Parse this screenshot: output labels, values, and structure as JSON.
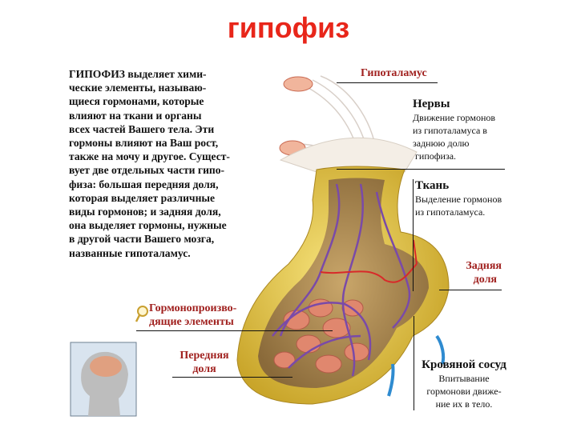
{
  "title": "гипофиз",
  "intro_lines": [
    "ГИПОФИЗ выделяет хими-",
    "ческие элементы, называю-",
    "щиеся гормонами, которые",
    "влияют на ткани и органы",
    "всех частей Вашего тела. Эти",
    "гормоны влияют на Ваш рост,",
    "также на мочу и другое. Сущест-",
    "вует две отдельных части гипо-",
    "физа: большая передняя доля,",
    "которая выделяет различные",
    "виды гормонов; и задняя доля,",
    "она выделяет гормоны, нужные",
    "в другой части Вашего мозга,",
    "названные гипоталамус."
  ],
  "labels": {
    "hypothalamus": "Гипоталамус",
    "nerves": {
      "title": "Нервы",
      "lines": [
        "Движение гормонов",
        "из гипоталамуса в",
        "заднюю долю",
        " гипофиза."
      ]
    },
    "tissue": {
      "title": "Ткань",
      "lines": [
        "Выделение гормонов",
        "из гипоталамуса."
      ]
    },
    "posterior_lobe": [
      "Задняя",
      "доля"
    ],
    "hormone_cells": [
      "Гормонопроизво-",
      "дящие элементы"
    ],
    "anterior_lobe": [
      "Передняя",
      "доля"
    ],
    "blood_vessel": {
      "title": "Кровяной сосуд",
      "lines": [
        "Впитывание",
        "гормонови движе-",
        "ние их в тело."
      ]
    }
  },
  "colors": {
    "title": "#e8261a",
    "label_red": "#a0201e",
    "gland": "#e2c23c",
    "vessels": "#7a4aa8",
    "cells": "#e0876e"
  },
  "icons": [
    "magnifier-icon"
  ]
}
